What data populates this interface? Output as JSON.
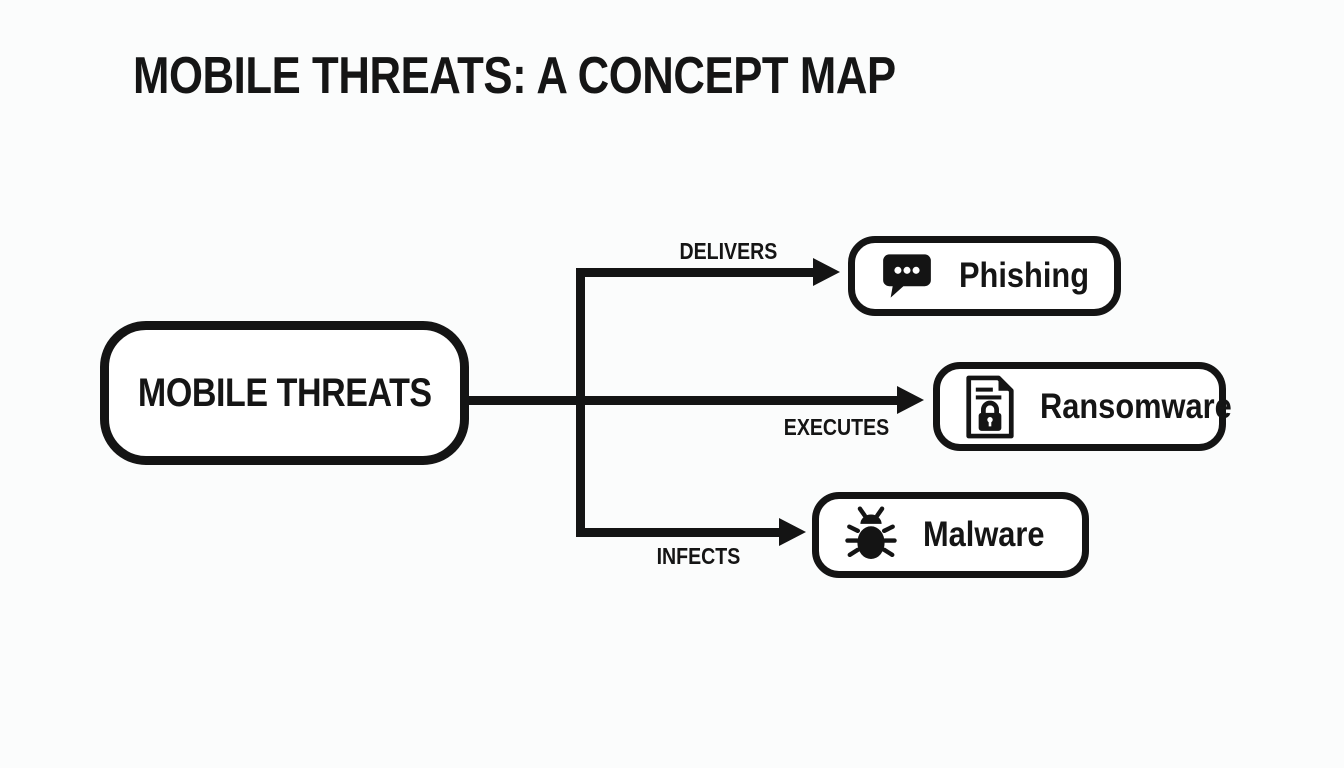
{
  "title": "MOBILE THREATS: A CONCEPT MAP",
  "colors": {
    "ink": "#141414",
    "background": "#fbfcfc",
    "node_fill": "#ffffff"
  },
  "root_node": {
    "label": "MOBILE THREATS"
  },
  "edges": [
    {
      "label": "DELIVERS",
      "from": "MOBILE THREATS",
      "to": "Phishing"
    },
    {
      "label": "EXECUTES",
      "from": "MOBILE THREATS",
      "to": "Ransomware"
    },
    {
      "label": "INFECTS",
      "from": "MOBILE THREATS",
      "to": "Malware"
    }
  ],
  "nodes": [
    {
      "label": "Phishing",
      "icon": "chat-bubble-icon"
    },
    {
      "label": "Ransomware",
      "icon": "document-lock-icon"
    },
    {
      "label": "Malware",
      "icon": "bug-icon"
    }
  ]
}
